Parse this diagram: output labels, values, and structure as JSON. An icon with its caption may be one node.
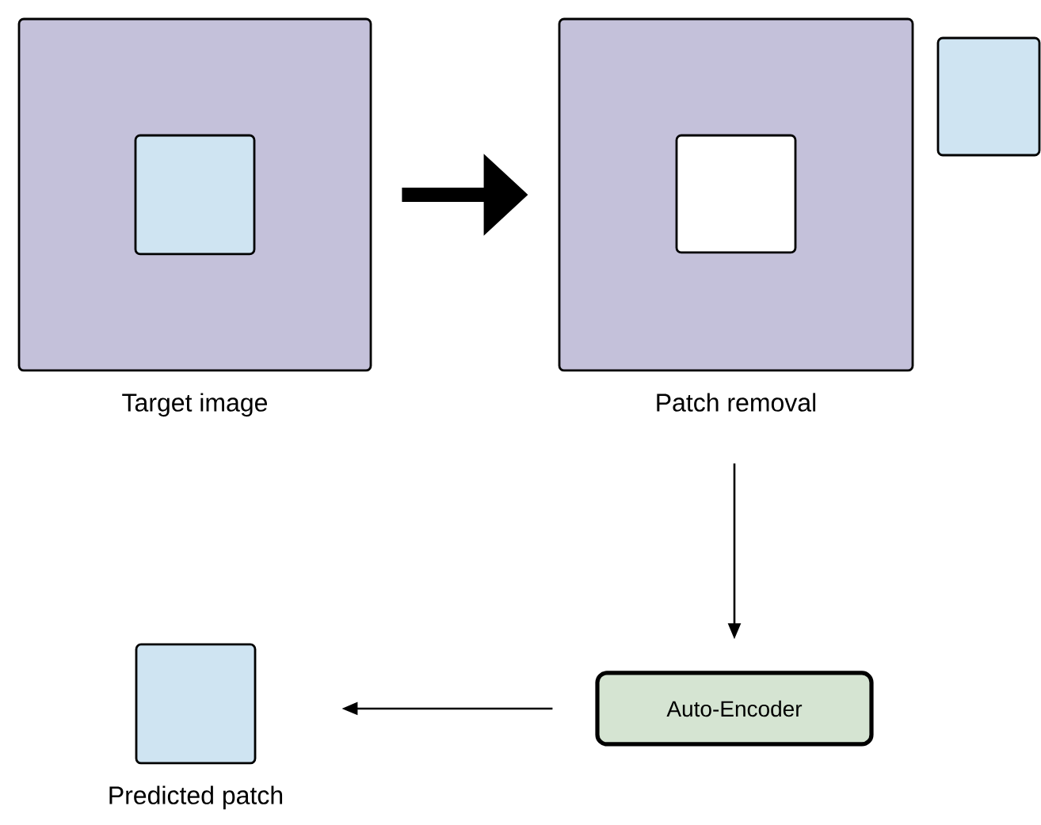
{
  "diagram": {
    "nodes": [
      {
        "text": [
          "Target image"
        ]
      },
      {
        "text": [],
        "shape": "box",
        "in": 0
      },
      {
        "text": [
          "Patch removal"
        ]
      },
      {
        "text": [],
        "shape": "box",
        "in": 2
      },
      {
        "text": [],
        "shape": "box"
      },
      {
        "text": [
          "Auto-Encoder"
        ]
      },
      {
        "text": [
          "Predicted patch"
        ]
      }
    ],
    "edges": [
      {
        "from": 0,
        "to": 2,
        "arrow": "to",
        "style": "thick"
      },
      {
        "from": 2,
        "to": 5,
        "arrow": "to"
      },
      {
        "from": 5,
        "to": 6,
        "arrow": "to"
      }
    ]
  }
}
